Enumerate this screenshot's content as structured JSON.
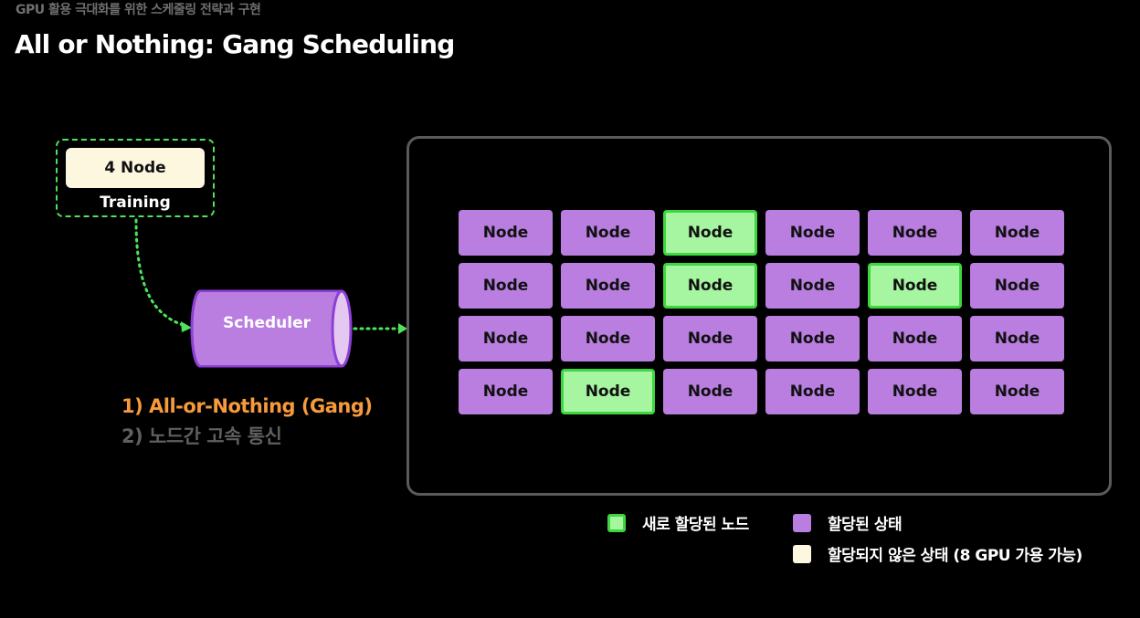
{
  "header": {
    "subtitle": "GPU 활용 극대화를 위한 스케줄링 전략과 구현",
    "title": "All or Nothing: Gang Scheduling"
  },
  "job": {
    "nodes_label": "4 Node",
    "type_label": "Training"
  },
  "scheduler": {
    "label": "Scheduler"
  },
  "properties": [
    "1) All-or-Nothing (Gang)",
    "2) 노드간 고속 통신"
  ],
  "cluster": {
    "rows": [
      [
        {
          "label": "Node",
          "state": "allocated"
        },
        {
          "label": "Node",
          "state": "allocated"
        },
        {
          "label": "Node",
          "state": "newly"
        },
        {
          "label": "Node",
          "state": "allocated"
        },
        {
          "label": "Node",
          "state": "allocated"
        },
        {
          "label": "Node",
          "state": "allocated"
        }
      ],
      [
        {
          "label": "Node",
          "state": "allocated"
        },
        {
          "label": "Node",
          "state": "allocated"
        },
        {
          "label": "Node",
          "state": "newly"
        },
        {
          "label": "Node",
          "state": "allocated"
        },
        {
          "label": "Node",
          "state": "newly"
        },
        {
          "label": "Node",
          "state": "allocated"
        }
      ],
      [
        {
          "label": "Node",
          "state": "allocated"
        },
        {
          "label": "Node",
          "state": "allocated"
        },
        {
          "label": "Node",
          "state": "allocated"
        },
        {
          "label": "Node",
          "state": "allocated"
        },
        {
          "label": "Node",
          "state": "allocated"
        },
        {
          "label": "Node",
          "state": "allocated"
        }
      ],
      [
        {
          "label": "Node",
          "state": "allocated"
        },
        {
          "label": "Node",
          "state": "newly"
        },
        {
          "label": "Node",
          "state": "allocated"
        },
        {
          "label": "Node",
          "state": "allocated"
        },
        {
          "label": "Node",
          "state": "allocated"
        },
        {
          "label": "Node",
          "state": "allocated"
        }
      ]
    ]
  },
  "legend": {
    "newly": "새로 할당된 노드",
    "allocated": "할당된 상태",
    "free": "할당되지 않은 상태 (8 GPU 가용 가능)"
  },
  "colors": {
    "allocated": "#b97ee0",
    "newly": "#a6f5a0",
    "newly_border": "#3ed63e",
    "free": "#fdf7e0",
    "accent_orange": "#f79a3b",
    "dashed_green": "#4fe35c"
  }
}
